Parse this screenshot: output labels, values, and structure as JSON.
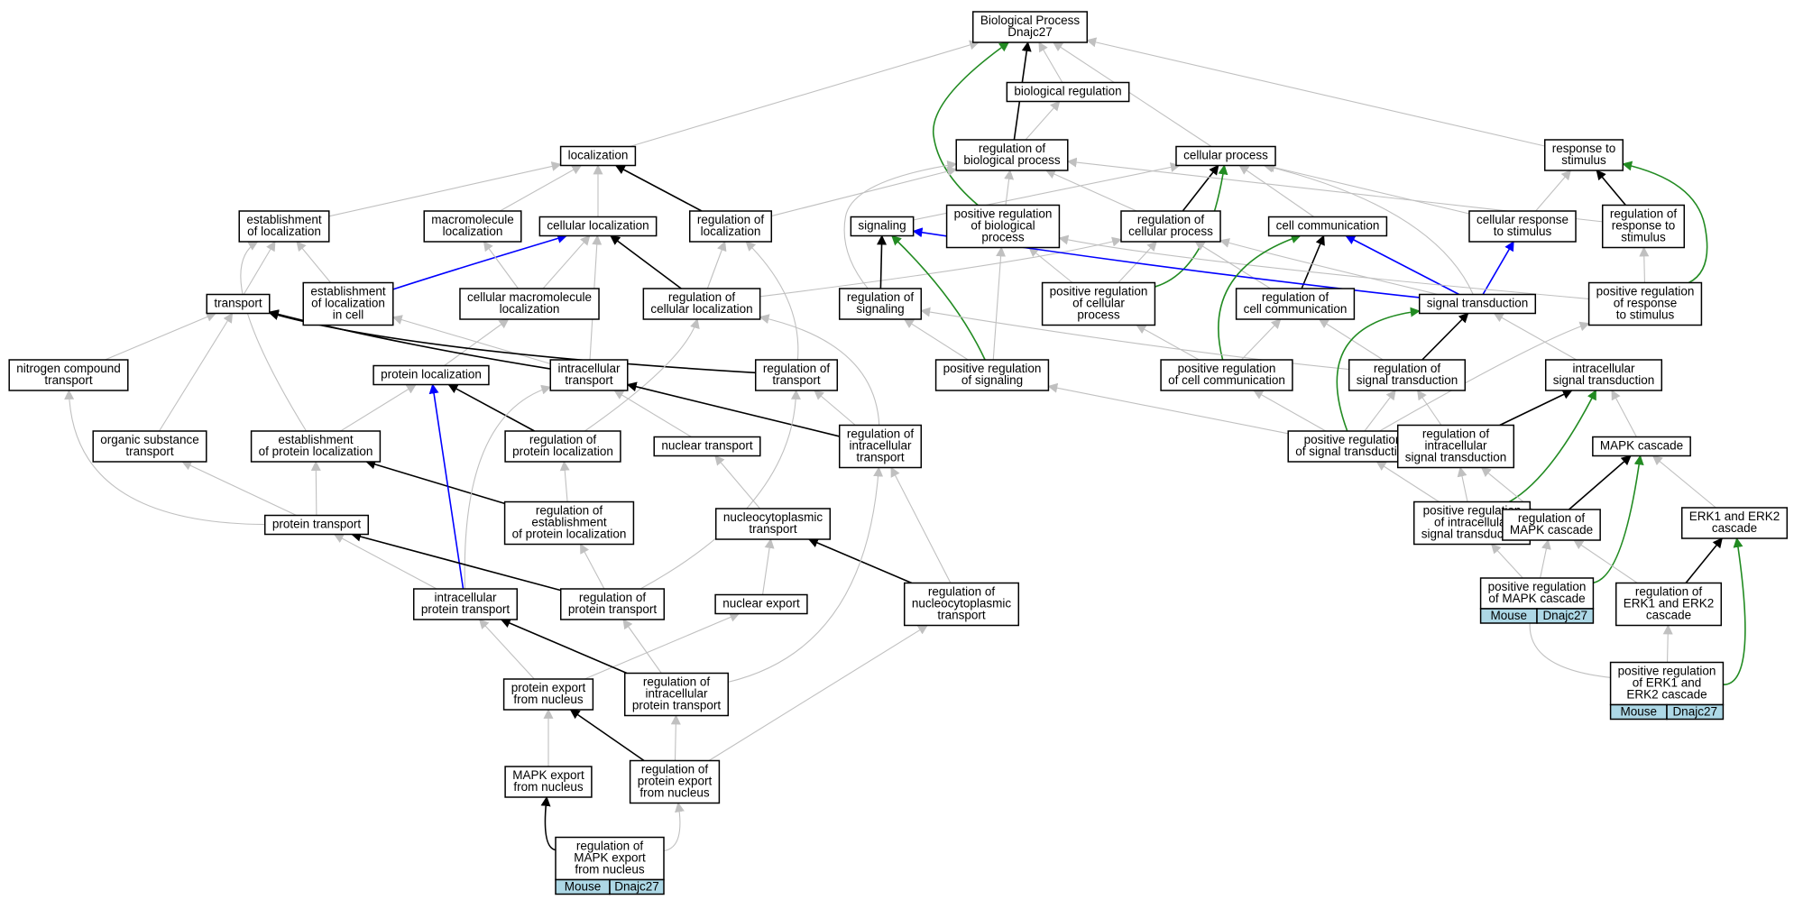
{
  "colors": {
    "default_edge": "#c0c0c0",
    "is_a_edge": "#000000",
    "positive_regulation_edge": "#228b22",
    "part_of_edge": "#0000ff",
    "annotation_fill": "#add8e6"
  },
  "nodes": [
    {
      "id": "bp",
      "lines": [
        "Biological Process",
        "Dnajc27"
      ]
    },
    {
      "id": "breg",
      "lines": [
        "biological regulation"
      ]
    },
    {
      "id": "loc",
      "lines": [
        "localization"
      ]
    },
    {
      "id": "rbp",
      "lines": [
        "regulation of",
        "biological process"
      ]
    },
    {
      "id": "cp",
      "lines": [
        "cellular process"
      ]
    },
    {
      "id": "rts",
      "lines": [
        "response to",
        "stimulus"
      ]
    },
    {
      "id": "eloc",
      "lines": [
        "establishment",
        "of localization"
      ]
    },
    {
      "id": "mloc",
      "lines": [
        "macromolecule",
        "localization"
      ]
    },
    {
      "id": "cloc",
      "lines": [
        "cellular localization"
      ]
    },
    {
      "id": "rloc",
      "lines": [
        "regulation of",
        "localization"
      ]
    },
    {
      "id": "sig",
      "lines": [
        "signaling"
      ]
    },
    {
      "id": "prbp",
      "lines": [
        "positive regulation",
        "of biological",
        "process"
      ]
    },
    {
      "id": "rcp",
      "lines": [
        "regulation of",
        "cellular process"
      ]
    },
    {
      "id": "cc",
      "lines": [
        "cell communication"
      ]
    },
    {
      "id": "crs",
      "lines": [
        "cellular response",
        "to stimulus"
      ]
    },
    {
      "id": "rrs",
      "lines": [
        "regulation of",
        "response to",
        "stimulus"
      ]
    },
    {
      "id": "trans",
      "lines": [
        "transport"
      ]
    },
    {
      "id": "elc",
      "lines": [
        "establishment",
        "of localization",
        "in cell"
      ]
    },
    {
      "id": "cmloc",
      "lines": [
        "cellular macromolecule",
        "localization"
      ]
    },
    {
      "id": "rcloc",
      "lines": [
        "regulation of",
        "cellular localization"
      ]
    },
    {
      "id": "rsig",
      "lines": [
        "regulation of",
        "signaling"
      ]
    },
    {
      "id": "prcp",
      "lines": [
        "positive regulation",
        "of cellular",
        "process"
      ]
    },
    {
      "id": "rcc",
      "lines": [
        "regulation of",
        "cell communication"
      ]
    },
    {
      "id": "st",
      "lines": [
        "signal transduction"
      ]
    },
    {
      "id": "prrs",
      "lines": [
        "positive regulation",
        "of response",
        "to stimulus"
      ]
    },
    {
      "id": "nct",
      "lines": [
        "nitrogen compound",
        "transport"
      ]
    },
    {
      "id": "ploc",
      "lines": [
        "protein localization"
      ]
    },
    {
      "id": "it",
      "lines": [
        "intracellular",
        "transport"
      ]
    },
    {
      "id": "rtr",
      "lines": [
        "regulation of",
        "transport"
      ]
    },
    {
      "id": "prsig",
      "lines": [
        "positive regulation",
        "of signaling"
      ]
    },
    {
      "id": "prcc",
      "lines": [
        "positive regulation",
        "of cell communication"
      ]
    },
    {
      "id": "rst",
      "lines": [
        "regulation of",
        "signal transduction"
      ]
    },
    {
      "id": "ist",
      "lines": [
        "intracellular",
        "signal transduction"
      ]
    },
    {
      "id": "ost",
      "lines": [
        "organic substance",
        "transport"
      ]
    },
    {
      "id": "epl",
      "lines": [
        "establishment",
        "of protein localization"
      ]
    },
    {
      "id": "rpl",
      "lines": [
        "regulation of",
        "protein localization"
      ]
    },
    {
      "id": "nt",
      "lines": [
        "nuclear transport"
      ]
    },
    {
      "id": "rit",
      "lines": [
        "regulation of",
        "intracellular",
        "transport"
      ]
    },
    {
      "id": "prst",
      "lines": [
        "positive regulation",
        "of signal transduction"
      ]
    },
    {
      "id": "rist",
      "lines": [
        "regulation of",
        "intracellular",
        "signal transduction"
      ]
    },
    {
      "id": "mapk",
      "lines": [
        "MAPK cascade"
      ]
    },
    {
      "id": "pt",
      "lines": [
        "protein transport"
      ]
    },
    {
      "id": "repl",
      "lines": [
        "regulation of",
        "establishment",
        "of protein localization"
      ]
    },
    {
      "id": "ncpt",
      "lines": [
        "nucleocytoplasmic",
        "transport"
      ]
    },
    {
      "id": "prist",
      "lines": [
        "positive regulation",
        "of intracellular",
        "signal transduction"
      ]
    },
    {
      "id": "rmapk",
      "lines": [
        "regulation of",
        "MAPK cascade"
      ]
    },
    {
      "id": "erk",
      "lines": [
        "ERK1 and ERK2",
        "cascade"
      ]
    },
    {
      "id": "ipt",
      "lines": [
        "intracellular",
        "protein transport"
      ]
    },
    {
      "id": "rpt",
      "lines": [
        "regulation of",
        "protein transport"
      ]
    },
    {
      "id": "ne",
      "lines": [
        "nuclear export"
      ]
    },
    {
      "id": "rncpt",
      "lines": [
        "regulation of",
        "nucleocytoplasmic",
        "transport"
      ]
    },
    {
      "id": "prmapk",
      "lines": [
        "positive regulation",
        "of MAPK cascade"
      ],
      "annotation": [
        "Mouse",
        "Dnajc27"
      ]
    },
    {
      "id": "rerk",
      "lines": [
        "regulation of",
        "ERK1 and ERK2",
        "cascade"
      ]
    },
    {
      "id": "pen",
      "lines": [
        "protein export",
        "from nucleus"
      ]
    },
    {
      "id": "ript",
      "lines": [
        "regulation of",
        "intracellular",
        "protein transport"
      ]
    },
    {
      "id": "prerk",
      "lines": [
        "positive regulation",
        "of ERK1 and",
        "ERK2 cascade"
      ],
      "annotation": [
        "Mouse",
        "Dnajc27"
      ]
    },
    {
      "id": "men",
      "lines": [
        "MAPK export",
        "from nucleus"
      ]
    },
    {
      "id": "rpen",
      "lines": [
        "regulation of",
        "protein export",
        "from nucleus"
      ]
    },
    {
      "id": "rmen",
      "lines": [
        "regulation of",
        "MAPK export",
        "from nucleus"
      ],
      "annotation": [
        "Mouse",
        "Dnajc27"
      ]
    }
  ]
}
